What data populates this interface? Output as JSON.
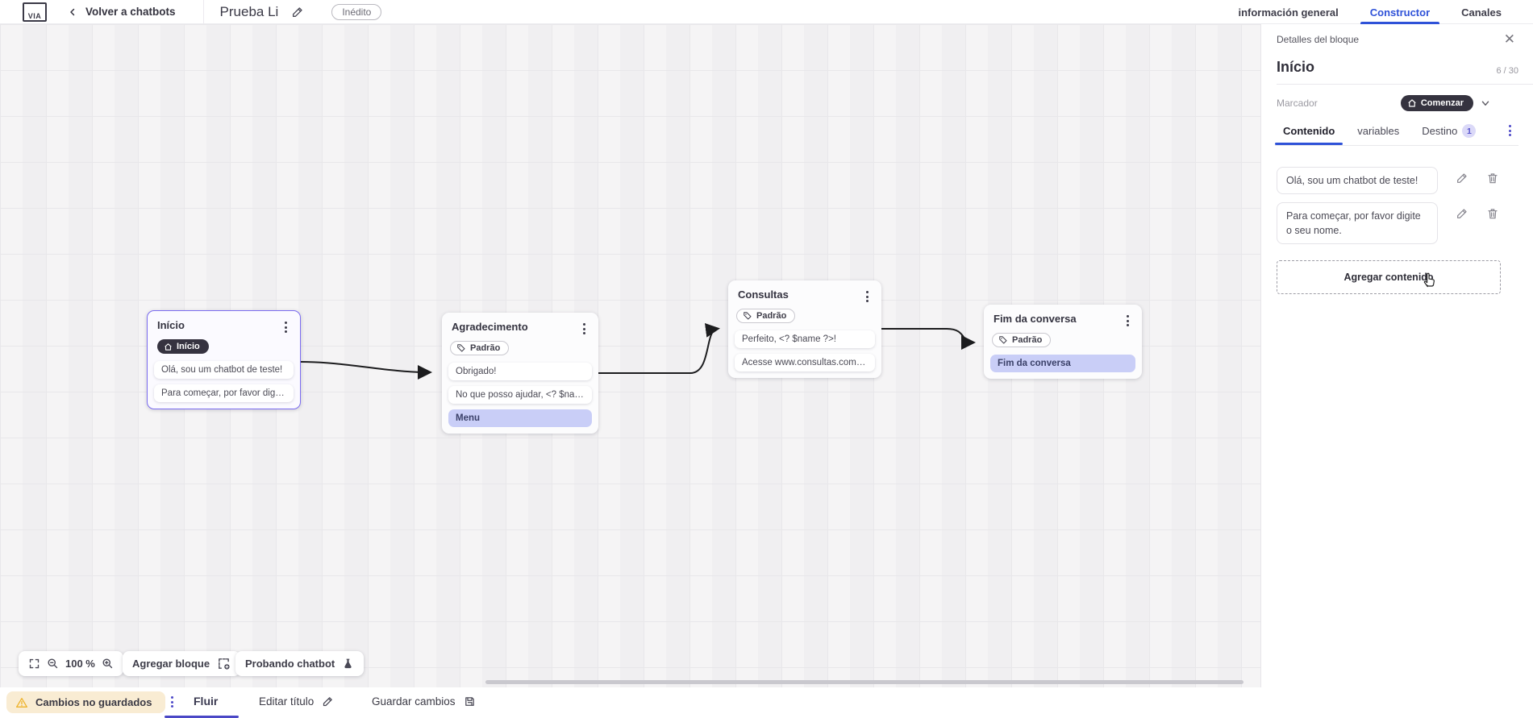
{
  "topbar": {
    "logo": "VIA",
    "back_label": "Volver a chatbots",
    "title": "Prueba Li",
    "status_badge": "Inédito",
    "tabs": [
      {
        "label": "información general"
      },
      {
        "label": "Constructor"
      },
      {
        "label": "Canales"
      }
    ]
  },
  "canvas": {
    "zoom_level": "100 %",
    "add_block_label": "Agregar bloque",
    "test_label": "Probando chatbot",
    "nodes": [
      {
        "title": "Início",
        "badge": "Início",
        "items": [
          {
            "type": "card",
            "text": "Olá, sou um chatbot de teste!"
          },
          {
            "type": "card",
            "text": "Para começar, por favor digite o ..."
          }
        ]
      },
      {
        "title": "Agradecimento",
        "badge": "Padrão",
        "items": [
          {
            "type": "card",
            "text": "Obrigado!"
          },
          {
            "type": "card",
            "text": "No que posso ajudar, <? $name ..."
          },
          {
            "type": "action",
            "text": "Menu"
          }
        ]
      },
      {
        "title": "Consultas",
        "badge": "Padrão",
        "items": [
          {
            "type": "card",
            "text": "Perfeito, <? $name ?>!"
          },
          {
            "type": "card",
            "text": "Acesse www.consultas.com par..."
          }
        ]
      },
      {
        "title": "Fim da conversa",
        "badge": "Padrão",
        "items": [
          {
            "type": "action",
            "text": "Fim da conversa"
          }
        ]
      }
    ]
  },
  "panel": {
    "header": "Detalles del bloque",
    "title": "Início",
    "counter": "6 / 30",
    "marker_label": "Marcador",
    "marker_value": "Comenzar",
    "tabs": [
      {
        "label": "Contenido"
      },
      {
        "label": "variables"
      },
      {
        "label": "Destino",
        "badge": "1"
      }
    ],
    "contents": [
      {
        "text": "Olá, sou um chatbot de teste!"
      },
      {
        "text": "Para começar, por favor digite o seu nome."
      }
    ],
    "add_content_label": "Agregar contenido"
  },
  "bottombar": {
    "warning": "Cambios no guardados",
    "flow_tab": "Fluir",
    "edit_title": "Editar título",
    "save": "Guardar cambios"
  },
  "colors": {
    "accent_blue": "#2f52d8",
    "accent_purple": "#4b48c6",
    "selection_purple": "#7b6cf0",
    "dark_pill": "#363340",
    "lavender": "#c9cef7",
    "warning_bg": "#f9ecd3",
    "warning_icon": "#eeb32c"
  }
}
